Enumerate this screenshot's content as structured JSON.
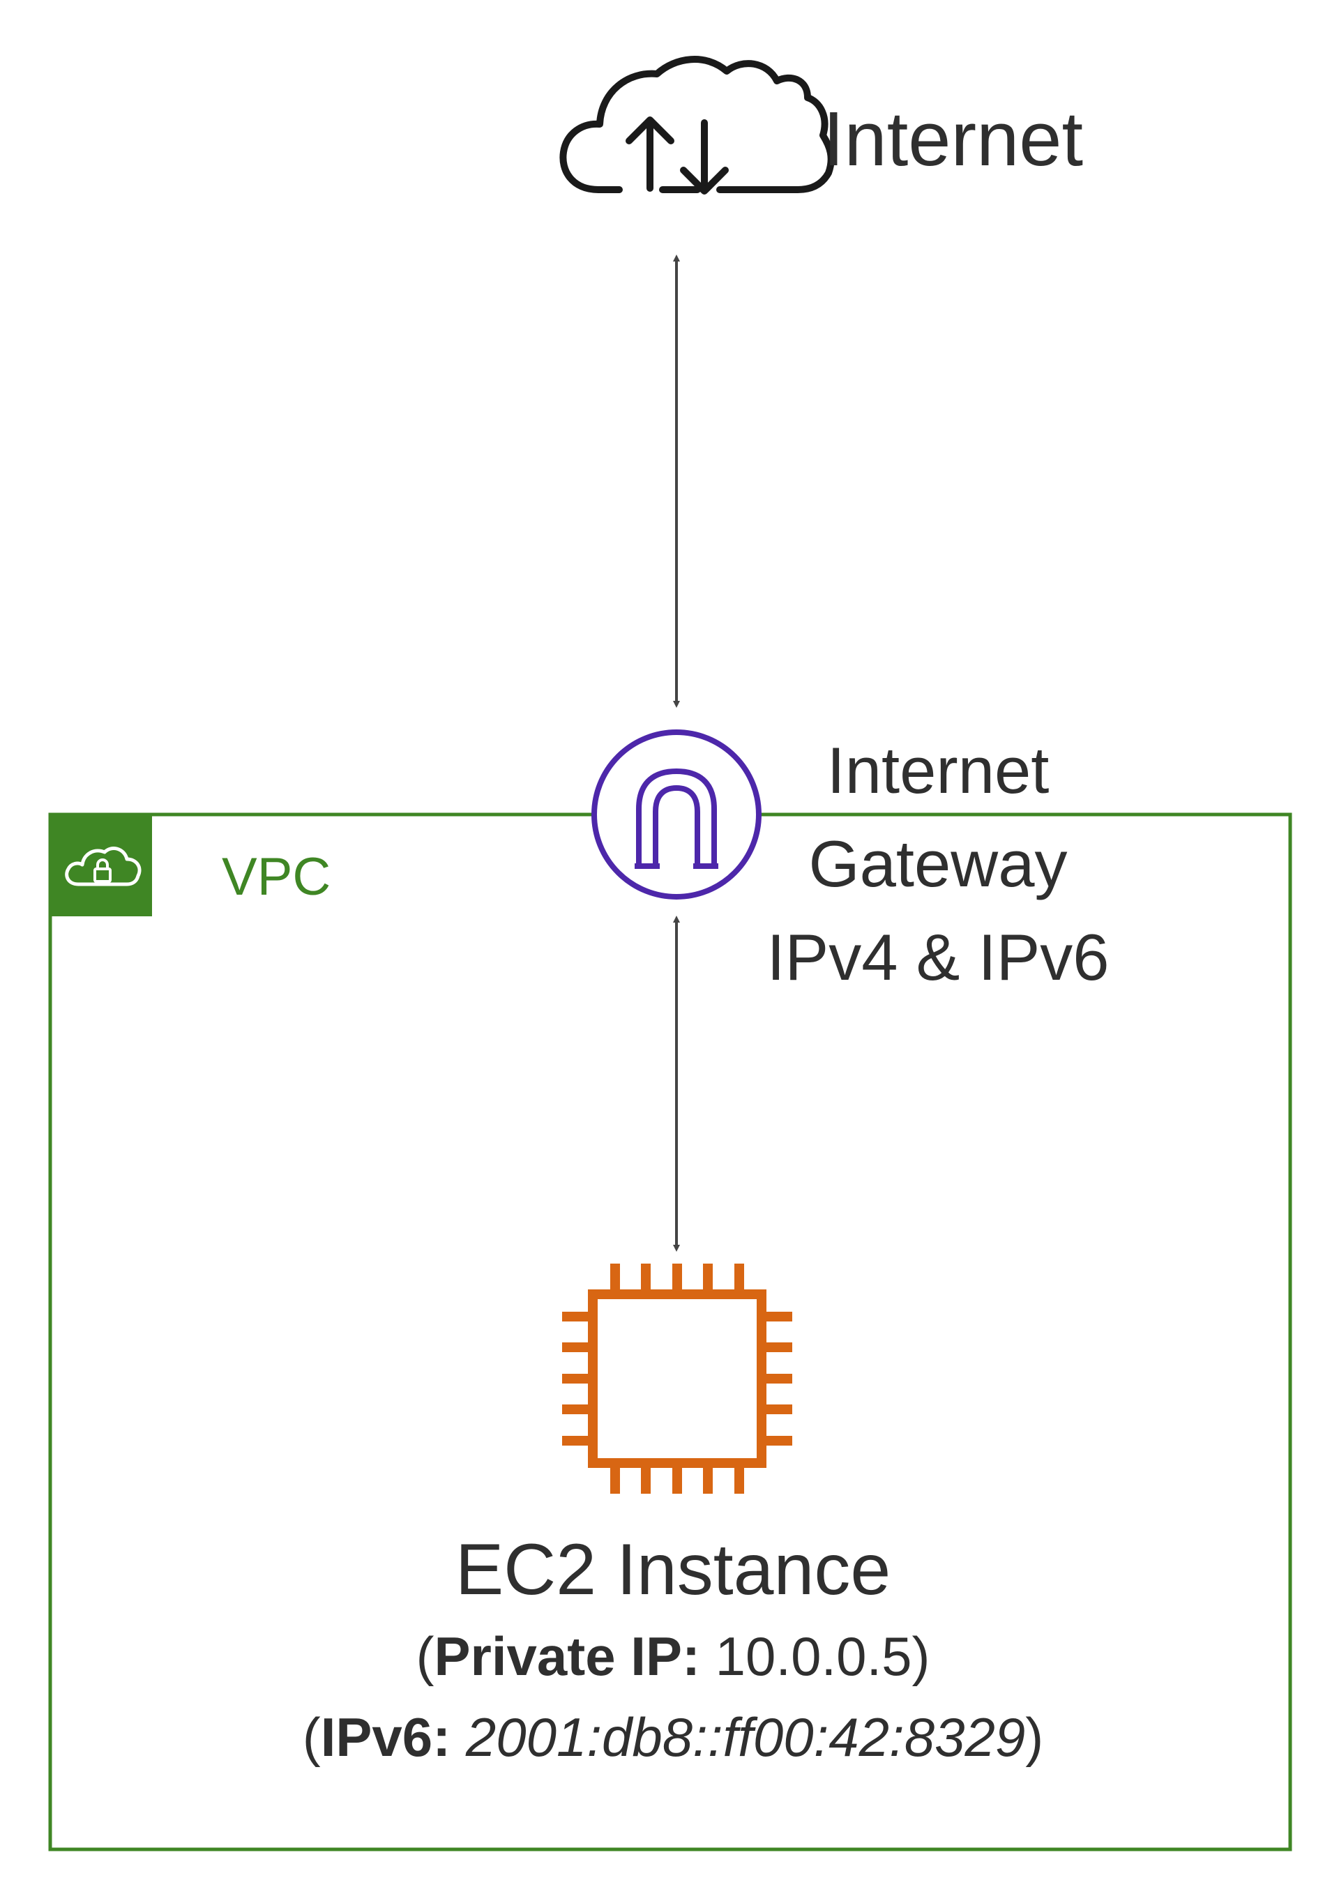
{
  "diagram": {
    "internet": {
      "label": "Internet",
      "icon": "cloud-upload-download-icon"
    },
    "internet_gateway": {
      "line1": "Internet",
      "line2": "Gateway",
      "line3": "IPv4 & IPv6",
      "icon": "internet-gateway-icon"
    },
    "vpc": {
      "label": "VPC",
      "icon": "vpc-cloud-lock-icon"
    },
    "ec2": {
      "title": "EC2 Instance",
      "private_ip_prefix": "(",
      "private_ip_key": "Private IP:",
      "private_ip_value": " 10.0.0.5)",
      "ipv6_prefix": "(",
      "ipv6_key": "IPv6:",
      "ipv6_value": " 2001:db8::ff00:42:8329",
      "ipv6_suffix": ")",
      "icon": "ec2-chip-icon"
    },
    "colors": {
      "vpc_green": "#3f8624",
      "gateway_purple": "#4d27aa",
      "ec2_orange": "#d86613",
      "arrow": "#444444",
      "text": "#2f2f2f"
    }
  }
}
